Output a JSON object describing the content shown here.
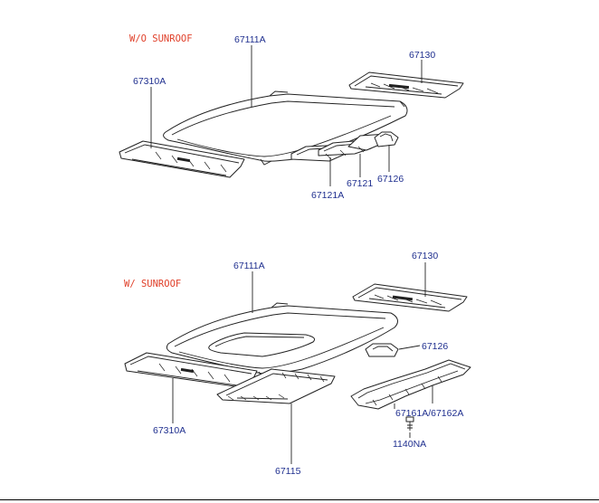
{
  "sections": {
    "without_sunroof": "W/O SUNROOF",
    "with_sunroof": "W/ SUNROOF"
  },
  "parts_top": {
    "roof_panel": "67111A",
    "rear_rail": "67130",
    "front_rail": "67310A",
    "bow_a": "67121A",
    "bow": "67121",
    "bracket": "67126"
  },
  "parts_bottom": {
    "roof_panel": "67111A",
    "rear_rail": "67130",
    "bracket": "67126",
    "front_rail": "67310A",
    "sunroof_frame": "67115",
    "reinforcement": "67161A/67162A",
    "fastener": "1140NA"
  },
  "colors": {
    "part_label": "#1f2f8f",
    "section_label": "#e0402a",
    "line": "#222222"
  }
}
